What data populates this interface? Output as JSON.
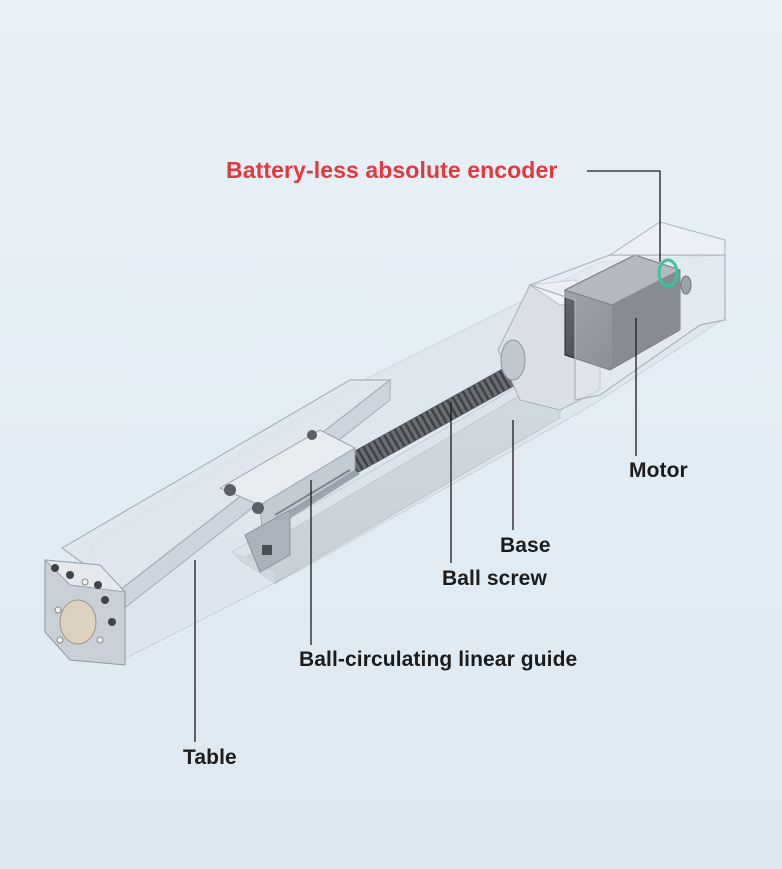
{
  "labels": {
    "encoder": "Battery-less absolute encoder",
    "motor": "Motor",
    "base": "Base",
    "ball_screw": "Ball screw",
    "linear_guide": "Ball-circulating linear guide",
    "table": "Table"
  },
  "colors": {
    "background": "#e6eef5",
    "highlight": "#e03a3e",
    "text": "#1c1c1c",
    "encoder_ring": "#3cc39b"
  }
}
